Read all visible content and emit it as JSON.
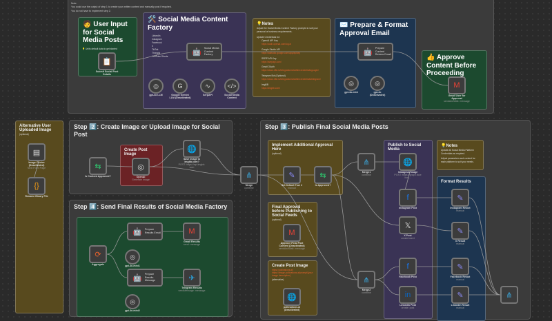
{
  "top_note": [
    "Note:",
    "You could use the output of step 1 to create your written content and manually post if required.",
    "You do not have to implement step 2."
  ],
  "groups": {
    "step2": "Step 2️⃣: Create Image or Upload Image for Social Post",
    "step3": "Step 3️⃣: Publish Final Social Media Posts",
    "step4": "Step 4️⃣: Send Final Results of Social Media Factory"
  },
  "stickies": {
    "user_input": {
      "title": "🧑 User Input for Social Media Posts",
      "text": "💡 Units default data to get started"
    },
    "factory": {
      "title": "🛠️ Social Media Content Factory",
      "items": [
        "LinkedIn",
        "Instagram",
        "Facebook",
        "X",
        "TikTok",
        "Threads",
        "YouTube Shorts"
      ]
    },
    "notes": {
      "title": "💡Notes",
      "text": "Adjust the Social Media Content Factory prompts to suit your personal or business requirements.",
      "cred_title": "Update Credentials for:",
      "creds": [
        {
          "name": "OpenAI API Key",
          "url": "https://auth.openai.com/log-in"
        },
        {
          "name": "Google Studio API",
          "url": "https://aistudio.google.com/app/apikey"
        },
        {
          "name": "SERP API Key",
          "url": "https://serpapi.com/"
        },
        {
          "name": "Gmail OAuth",
          "url": "https://docs.n8n.io/integrations/builtin/credentials/google/"
        },
        {
          "name": "Telegram Bot (Optional)",
          "url": "https://docs.n8n.io/integrations/builtin/credentials/telegram/"
        },
        {
          "name": "ImgBB",
          "url": "https://imgbb.com/"
        }
      ]
    },
    "prepare": {
      "title": "✉️ Prepare & Format Approval Email"
    },
    "approve": {
      "title": "👍 Approve Content Before Proceeding"
    },
    "alt_upload": {
      "title": "Alternative User Uploaded Image",
      "text": "(optional)"
    },
    "create_img": {
      "title": "Create Post Image"
    },
    "impl_approval": {
      "title": "Implement Additional Approval Here",
      "text": "(optional)"
    },
    "publish": {
      "title": "Publish to Social Media"
    },
    "notes2": {
      "title": "💡Notes",
      "text": "Update all Social Media Platform Credentials as required.",
      "text2": "Adjust parameters and content for each platform to suit your needs."
    },
    "format": {
      "title": "Format Results"
    },
    "final_approval": {
      "title": "Final Approval before Publishing to Social Feeds",
      "text": "(optional)"
    },
    "create_img2": {
      "title": "Create Post Image",
      "links": [
        "https://pollinations.ai/",
        "https://image.pollinations.ai/prompt/{your image description}"
      ],
      "text": "(alternative)"
    },
    "step4_bg": {}
  },
  "nodes": [
    {
      "id": "submit",
      "label": "Submit Social Post Details",
      "sub": "",
      "icon": "📋"
    },
    {
      "id": "factory",
      "label": "Social Media Content Factory",
      "sub": "",
      "icon": "🤖"
    },
    {
      "id": "gpt4o",
      "label": "gpt-4o LLM",
      "sub": "",
      "icon": "◎"
    },
    {
      "id": "gemini",
      "label": "Google Gemini LLM (Deactivated)",
      "sub": "",
      "icon": "G"
    },
    {
      "id": "serp",
      "label": "SerpAPI",
      "sub": "",
      "icon": "∿"
    },
    {
      "id": "smcontent",
      "label": "Social Media Content",
      "sub": "",
      "icon": "</>"
    },
    {
      "id": "prepare",
      "label": "Prepare Content Review Email",
      "sub": "",
      "icon": "🤖"
    },
    {
      "id": "gpt4omini",
      "label": "gpt-4o-mini",
      "sub": "",
      "icon": "◎"
    },
    {
      "id": "gpt4o2",
      "label": "gpt-4o (Deactivated)",
      "sub": "",
      "icon": "◎"
    },
    {
      "id": "gmailapprove",
      "label": "Gmail User for Approval",
      "sub": "sendAndWait: message",
      "icon": "M"
    },
    {
      "id": "imgchoice",
      "label": "Image Choice (Deactivated)",
      "sub": "Next Form Page",
      "icon": "▤"
    },
    {
      "id": "rename",
      "label": "Rename Binary File",
      "sub": "",
      "icon": "{}"
    },
    {
      "id": "approved",
      "label": "Is Content Approved?",
      "sub": "",
      "icon": "⇆"
    },
    {
      "id": "openai",
      "label": "OpenAI",
      "sub": "Generate image",
      "icon": "◎"
    },
    {
      "id": "imgbb",
      "label": "Save Image to imgbb.com?",
      "sub": "POST: https://api.imgbb.com",
      "icon": "🌐"
    },
    {
      "id": "merge",
      "label": "Merge",
      "sub": "combine",
      "icon": "⋔"
    },
    {
      "id": "setdefault",
      "label": "Set Default True 2",
      "sub": "manual",
      "icon": "✎"
    },
    {
      "id": "isapproved",
      "label": "Is Approved?",
      "sub": "",
      "icon": "⇆"
    },
    {
      "id": "merge1",
      "label": "Merge1",
      "sub": "combine",
      "icon": "⋔"
    },
    {
      "id": "igimage",
      "label": "Instagram Image",
      "sub": "POST: https://graph.faceboo...",
      "icon": "🌐"
    },
    {
      "id": "igpost",
      "label": "Instagram Post",
      "sub": "",
      "icon": "f"
    },
    {
      "id": "xpost",
      "label": "X Post",
      "sub": "create:tweet",
      "icon": "𝕏"
    },
    {
      "id": "fbpost",
      "label": "Facebook Post",
      "sub": "",
      "icon": "f"
    },
    {
      "id": "lipost",
      "label": "LinkedIn Post",
      "sub": "create: post",
      "icon": "in"
    },
    {
      "id": "igres",
      "label": "Instagram Result",
      "sub": "manual",
      "icon": "✎"
    },
    {
      "id": "xres",
      "label": "X Result",
      "sub": "manual",
      "icon": "✎"
    },
    {
      "id": "fbres",
      "label": "Facebook Result",
      "sub": "manual",
      "icon": "✎"
    },
    {
      "id": "lires",
      "label": "LinkedIn Result",
      "sub": "manual",
      "icon": "✎"
    },
    {
      "id": "finalmerge",
      "label": "",
      "sub": "",
      "icon": "⋔"
    },
    {
      "id": "approvefinal",
      "label": "Approve Final Post Content (Deactivated)",
      "sub": "sendAndWait: message",
      "icon": "M"
    },
    {
      "id": "merge2",
      "label": "Merge2",
      "sub": "combine",
      "icon": "⋔"
    },
    {
      "id": "pollinations",
      "label": "pollinations.ai (Deactivated)",
      "sub": "",
      "icon": "🌐"
    },
    {
      "id": "aggregate",
      "label": "Aggregate",
      "sub": "",
      "icon": "⟳"
    },
    {
      "id": "prepemail",
      "label": "Prepare Results Email",
      "sub": "",
      "icon": "🤖"
    },
    {
      "id": "gpt4omini2",
      "label": "gpt-4o-mini1",
      "sub": "",
      "icon": "◎"
    },
    {
      "id": "gmailres",
      "label": "Gmail Results",
      "sub": "send: message",
      "icon": "M"
    },
    {
      "id": "prepmsg",
      "label": "Prepare Results Message",
      "sub": "",
      "icon": "🤖"
    },
    {
      "id": "gpt4omini3",
      "label": "gpt-4o-mini2",
      "sub": "",
      "icon": "◎"
    },
    {
      "id": "tgres",
      "label": "Telegram Results",
      "sub": "sendMessage: message",
      "icon": "✈"
    }
  ],
  "colors": {
    "accent_link": "#e8622c",
    "group_green": "#1c4a2f",
    "group_purple": "#3a3355",
    "group_olive": "#584a1e",
    "group_navy": "#1d3550",
    "group_red": "#6b2225"
  }
}
